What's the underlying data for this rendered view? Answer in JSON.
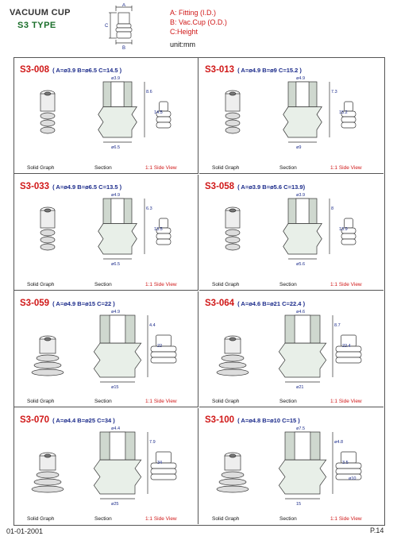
{
  "header": {
    "title": "VACUUM CUP",
    "subtitle": "S3  TYPE",
    "diagram_labels": {
      "a": "A",
      "b": "B",
      "c": "C"
    },
    "legend": [
      {
        "key": "A:",
        "text": " Fitting (I.D.)"
      },
      {
        "key": "B:",
        "text": " Vac.Cup (O.D.)"
      },
      {
        "key": "C:",
        "text": "Height"
      }
    ],
    "unit": "unit:mm"
  },
  "captions": {
    "solid": "Solid Graph",
    "section": "Section",
    "side": "1:1 Side View"
  },
  "products": [
    {
      "code": "S3-008",
      "params": "( A=ø3.9  B=ø6.5  C=14.5 )",
      "dims": [
        "ø3.9",
        "8.6",
        "14.5",
        "ø6.5"
      ]
    },
    {
      "code": "S3-013",
      "params": "( A=ø4.9  B=ø9  C=15.2 )",
      "dims": [
        "ø4.9",
        "7.3",
        "15.2",
        "ø9"
      ]
    },
    {
      "code": "S3-033",
      "params": "( A=ø4.9  B=ø6.5  C=13.5 )",
      "dims": [
        "ø4.9",
        "6.3",
        "13.5",
        "ø6.5"
      ]
    },
    {
      "code": "S3-058",
      "params": "( A=ø3.9  B=ø5.6  C=13.9)",
      "dims": [
        "ø3.9",
        "8",
        "13.9",
        "ø5.6"
      ]
    },
    {
      "code": "S3-059",
      "params": "( A=ø4.9  B=ø15  C=22 )",
      "dims": [
        "ø4.9",
        "4.4",
        "22",
        "ø15"
      ]
    },
    {
      "code": "S3-064",
      "params": "( A=ø4.6  B=ø21  C=22.4 )",
      "dims": [
        "ø4.6",
        "8.7",
        "22.4",
        "ø21"
      ]
    },
    {
      "code": "S3-070",
      "params": "( A=ø4.4  B=ø25  C=34 )",
      "dims": [
        "ø4.4",
        "7.9",
        "34",
        "ø25"
      ]
    },
    {
      "code": "S3-100",
      "params": "( A=ø4.8  B=ø10  C=15 )",
      "dims": [
        "ø7.5",
        "ø4.8",
        "3.5",
        "15",
        "ø10"
      ]
    }
  ],
  "footer": {
    "date": "01-01-2001",
    "page": "P.14"
  }
}
